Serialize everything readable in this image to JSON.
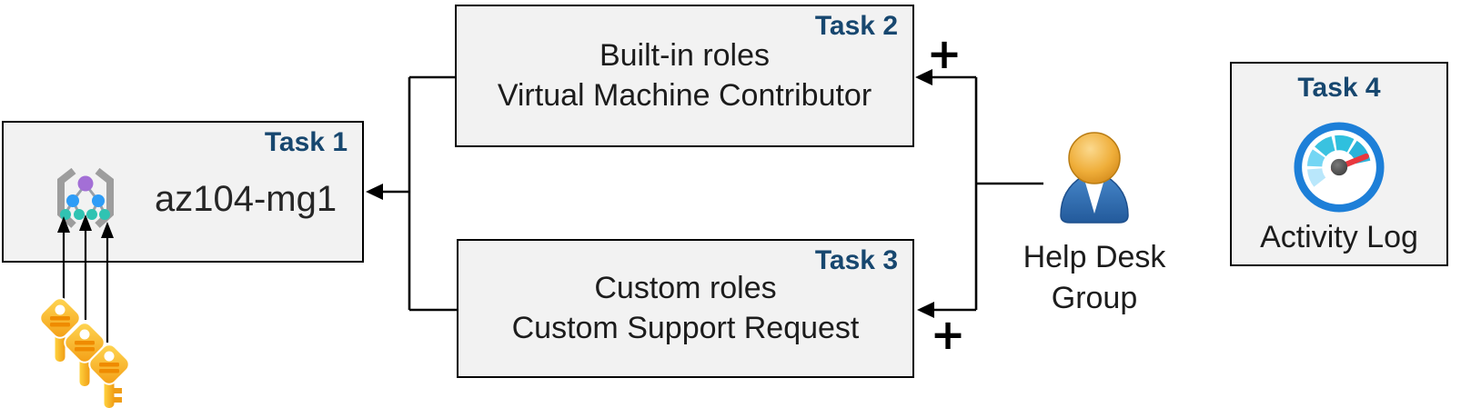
{
  "diagram_title": "AZ-104 management group and RBAC tasks diagram",
  "task1": {
    "label": "Task 1",
    "resource_name": "az104-mg1",
    "icon": "management-group-icon"
  },
  "task2": {
    "label": "Task 2",
    "line1": "Built-in roles",
    "line2": "Virtual Machine Contributor"
  },
  "task3": {
    "label": "Task 3",
    "line1": "Custom roles",
    "line2": "Custom Support Request"
  },
  "task4": {
    "label": "Task 4",
    "caption": "Activity Log",
    "icon": "activity-log-gauge-icon"
  },
  "helpdesk": {
    "line1": "Help Desk",
    "line2": "Group",
    "icon": "user-icon"
  },
  "connectors": {
    "plus_top": "+",
    "plus_bottom": "+",
    "arrow_style": "solid black"
  },
  "keys": {
    "icon": "key-icon",
    "count": 3
  },
  "colors": {
    "background": "#ffffff",
    "box_fill": "#f2f2f2",
    "box_border": "#000000",
    "task_label": "#17476f",
    "body_text": "#1c1c1c",
    "line": "#000000",
    "key_gold_light": "#ffd957",
    "key_gold_dark": "#f39c12",
    "key_stripe": "#ef8b00",
    "person_head": "#e9a63b",
    "person_body": "#2d6cb4",
    "gauge_ring": "#1d7fd8",
    "gauge_needle": "#e8383f",
    "gauge_arc_light": "#b9e7fb",
    "gauge_arc_mid": "#74d6f4",
    "gauge_arc_cyan": "#35c2df",
    "mg_purple": "#a36fd6",
    "mg_blue": "#2e9df7",
    "mg_teal": "#30c3b2",
    "mg_bracket": "#9d9d9d"
  }
}
